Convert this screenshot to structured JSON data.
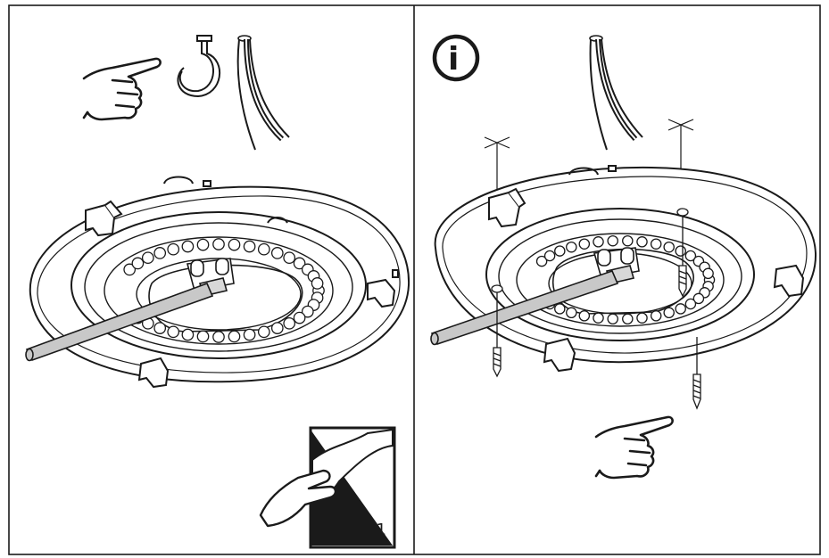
{
  "panels": [
    {
      "id": "left",
      "icons": [
        "pointing-hand-icon",
        "ceiling-hook-icon",
        "power-cable-icon",
        "peel-page-icon"
      ],
      "page_ref": "11"
    },
    {
      "id": "right",
      "icons": [
        "info-icon",
        "power-cable-icon",
        "screw-icon",
        "pointing-hand-icon"
      ],
      "info_symbol": "i"
    }
  ],
  "colors": {
    "line": "#1a1a1a",
    "rod_fill": "#c8c8c8",
    "background": "#ffffff"
  }
}
